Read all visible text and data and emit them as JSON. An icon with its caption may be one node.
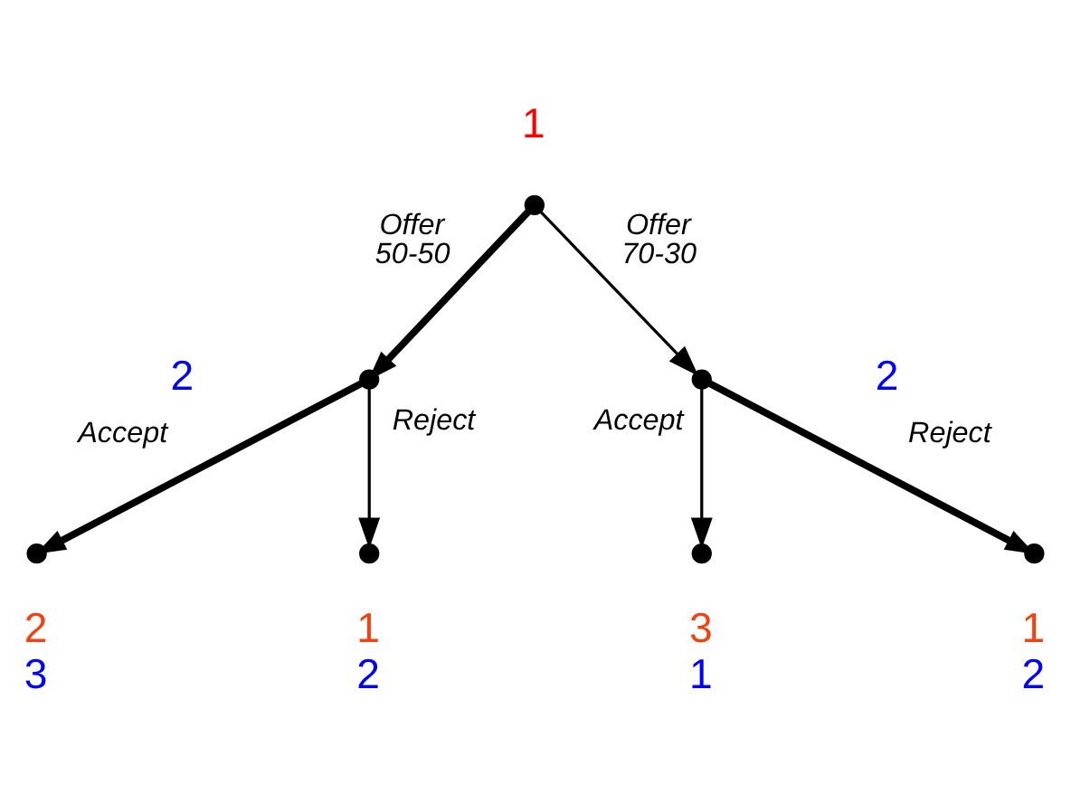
{
  "diagram": {
    "nodes": [
      {
        "text": [],
        "shape": "circle",
        "beside": [
          "1"
        ]
      },
      {
        "text": [],
        "shape": "circle",
        "beside": [
          "2"
        ]
      },
      {
        "text": [],
        "shape": "circle",
        "beside": [
          "2"
        ]
      },
      {
        "text": [],
        "shape": "circle",
        "beside": [
          "2",
          "3"
        ]
      },
      {
        "text": [],
        "shape": "circle",
        "beside": [
          "1",
          "2"
        ]
      },
      {
        "text": [],
        "shape": "circle",
        "beside": [
          "3",
          "1"
        ]
      },
      {
        "text": [],
        "shape": "circle",
        "beside": [
          "1",
          "2"
        ]
      }
    ],
    "edges": [
      {
        "from": 0,
        "to": 1,
        "arrow": "to",
        "label": "Offer 50-50",
        "style": "thick"
      },
      {
        "from": 0,
        "to": 2,
        "arrow": "to",
        "label": "Offer 70-30"
      },
      {
        "from": 1,
        "to": 3,
        "arrow": "to",
        "label": "Accept",
        "style": "thick"
      },
      {
        "from": 1,
        "to": 4,
        "arrow": "to",
        "label": "Reject"
      },
      {
        "from": 2,
        "to": 5,
        "arrow": "to",
        "label": "Accept"
      },
      {
        "from": 2,
        "to": 6,
        "arrow": "to",
        "label": "Reject",
        "style": "thick"
      }
    ]
  }
}
